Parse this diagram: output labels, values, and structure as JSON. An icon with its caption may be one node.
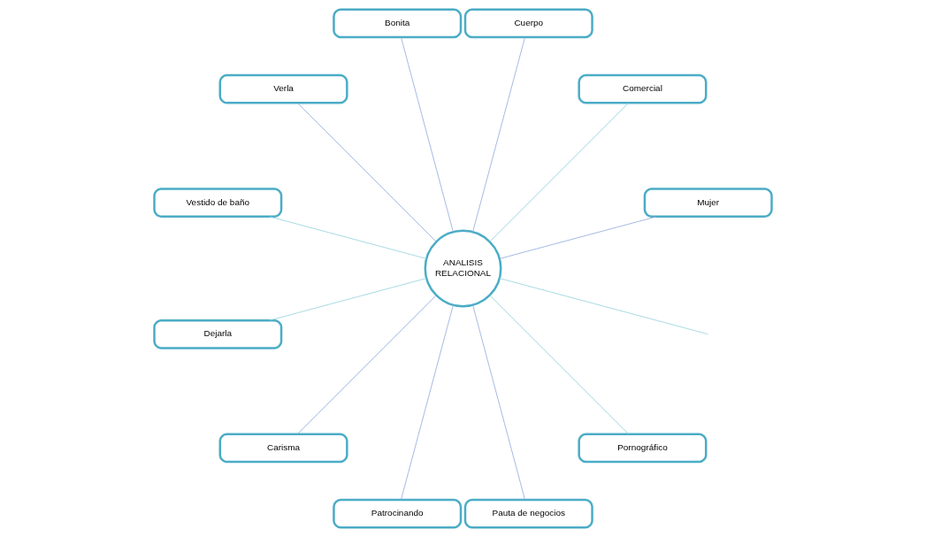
{
  "diagram": {
    "nodes": [
      {
        "text": [
          "Mujer"
        ]
      },
      {
        "text": [
          "Comercial"
        ]
      },
      {
        "text": [
          "Cuerpo"
        ]
      },
      {
        "text": [
          "Bonita"
        ]
      },
      {
        "text": [
          "Verla"
        ]
      },
      {
        "text": [
          "Vestido de baño"
        ]
      },
      {
        "text": [
          "Dejarla"
        ]
      },
      {
        "text": [
          "Carisma"
        ]
      },
      {
        "text": [
          "ANALISIS RELACIONAL"
        ]
      },
      {
        "text": [
          "Patrocinando"
        ]
      },
      {
        "text": [
          "Pauta de negocios"
        ]
      },
      {
        "text": [
          "Pornográfico"
        ]
      }
    ],
    "edges": [
      {
        "from": 8,
        "to": 1,
        "arrow": "none",
        "color": "#92d1dc"
      },
      {
        "from": 8,
        "to": 2,
        "arrow": "none"
      },
      {
        "from": 8,
        "to": 4,
        "arrow": "none"
      },
      {
        "from": 8,
        "to": 6,
        "arrow": "none",
        "color": "#92d1dc"
      },
      {
        "from": 8,
        "to": 9,
        "arrow": "none"
      },
      {
        "from": 8,
        "to": 11,
        "arrow": "none",
        "color": "#92d1dc"
      },
      {
        "from": 8,
        "to": null,
        "arrow": "none",
        "color": "#92d1dc"
      },
      {
        "from": 8,
        "to": 10,
        "arrow": "none"
      },
      {
        "from": 8,
        "to": 7,
        "arrow": "none"
      },
      {
        "from": 8,
        "to": 5,
        "arrow": "none",
        "color": "#92d1dc"
      },
      {
        "from": 8,
        "to": 3,
        "arrow": "none"
      },
      {
        "from": 8,
        "to": 0,
        "arrow": "none"
      }
    ]
  }
}
